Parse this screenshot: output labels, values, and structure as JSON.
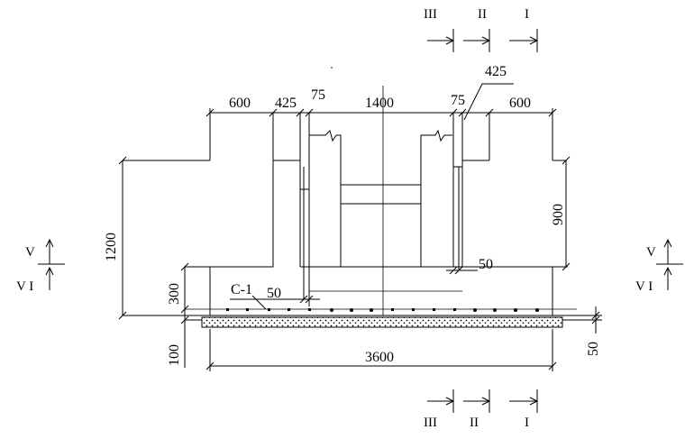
{
  "dimensions": {
    "top_600_left": "600",
    "top_425_left": "425",
    "top_75_left": "75",
    "top_1400": "1400",
    "top_75_right": "75",
    "top_425_right": "425",
    "top_600_right": "600",
    "height_1200": "1200",
    "height_900": "900",
    "height_300": "300",
    "height_100": "100",
    "width_3600": "3600",
    "gap_50_right": "50",
    "gap_50_cover": "50",
    "gap_50_bottom": "50"
  },
  "labels": {
    "rebar_mark": "C-1"
  },
  "sections": {
    "top_III": "III",
    "top_II": "II",
    "top_I": "I",
    "bottom_III": "III",
    "bottom_II": "II",
    "bottom_I": "I",
    "left_V": "V",
    "left_VI": "V I",
    "right_V": "V",
    "right_VI": "V I"
  }
}
